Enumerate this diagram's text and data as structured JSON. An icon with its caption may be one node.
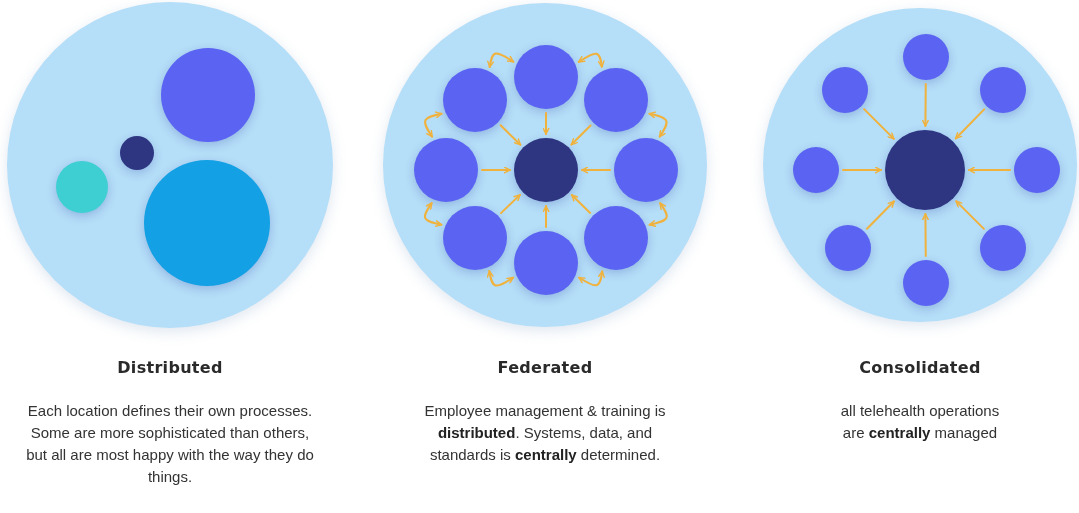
{
  "diagram": {
    "nodes": [
      {
        "text": [
          "Distributed",
          "Each location defines their own processes. Some are more sophisticated than others, but all are most happy with the way they do things."
        ]
      },
      {
        "text": [],
        "shape": "circle",
        "in": 0
      },
      {
        "text": [],
        "shape": "circle",
        "in": 0
      },
      {
        "text": [],
        "shape": "circle",
        "in": 0
      },
      {
        "text": [],
        "shape": "circle",
        "in": 0
      },
      {
        "text": [
          "Federated",
          "Employee management & training is **distributed**. Systems, data, and standards is **centrally** determined."
        ]
      },
      {
        "text": [],
        "shape": "circle",
        "in": 5
      },
      {
        "text": [],
        "shape": "circle",
        "in": 5
      },
      {
        "text": [],
        "shape": "circle",
        "in": 5
      },
      {
        "text": [],
        "shape": "circle",
        "in": 5
      },
      {
        "text": [],
        "shape": "circle",
        "in": 5
      },
      {
        "text": [],
        "shape": "circle",
        "in": 5
      },
      {
        "text": [],
        "shape": "circle",
        "in": 5
      },
      {
        "text": [],
        "shape": "circle",
        "in": 5
      },
      {
        "text": [],
        "shape": "circle",
        "in": 5
      },
      {
        "text": [
          "Consolidated",
          "all telehealth operations are **centrally** managed"
        ]
      },
      {
        "text": [],
        "shape": "circle",
        "in": 15
      },
      {
        "text": [],
        "shape": "circle",
        "in": 15
      },
      {
        "text": [],
        "shape": "circle",
        "in": 15
      },
      {
        "text": [],
        "shape": "circle",
        "in": 15
      },
      {
        "text": [],
        "shape": "circle",
        "in": 15
      },
      {
        "text": [],
        "shape": "circle",
        "in": 15
      },
      {
        "text": [],
        "shape": "circle",
        "in": 15
      },
      {
        "text": [],
        "shape": "circle",
        "in": 15
      },
      {
        "text": [],
        "shape": "circle",
        "in": 15
      }
    ],
    "edges": [
      {
        "from": 6,
        "to": 10,
        "arrow": "to"
      },
      {
        "from": 7,
        "to": 10,
        "arrow": "to"
      },
      {
        "from": 8,
        "to": 10,
        "arrow": "to"
      },
      {
        "from": 9,
        "to": 10,
        "arrow": "to"
      },
      {
        "from": 11,
        "to": 10,
        "arrow": "to"
      },
      {
        "from": 12,
        "to": 10,
        "arrow": "to"
      },
      {
        "from": 13,
        "to": 10,
        "arrow": "to"
      },
      {
        "from": 14,
        "to": 10,
        "arrow": "to"
      },
      {
        "from": 7,
        "to": 6,
        "arrow": "both"
      },
      {
        "from": 6,
        "to": 8,
        "arrow": "both"
      },
      {
        "from": 8,
        "to": 11,
        "arrow": "both"
      },
      {
        "from": 11,
        "to": 13,
        "arrow": "both"
      },
      {
        "from": 13,
        "to": 14,
        "arrow": "both"
      },
      {
        "from": 14,
        "to": 12,
        "arrow": "both"
      },
      {
        "from": 12,
        "to": 9,
        "arrow": "both"
      },
      {
        "from": 9,
        "to": 7,
        "arrow": "both"
      },
      {
        "from": 16,
        "to": 20,
        "arrow": "to"
      },
      {
        "from": 17,
        "to": 20,
        "arrow": "to"
      },
      {
        "from": 18,
        "to": 20,
        "arrow": "to"
      },
      {
        "from": 19,
        "to": 20,
        "arrow": "to"
      },
      {
        "from": 21,
        "to": 20,
        "arrow": "to"
      },
      {
        "from": 22,
        "to": 20,
        "arrow": "to"
      },
      {
        "from": 23,
        "to": 20,
        "arrow": "to"
      },
      {
        "from": 24,
        "to": 20,
        "arrow": "to"
      }
    ]
  }
}
